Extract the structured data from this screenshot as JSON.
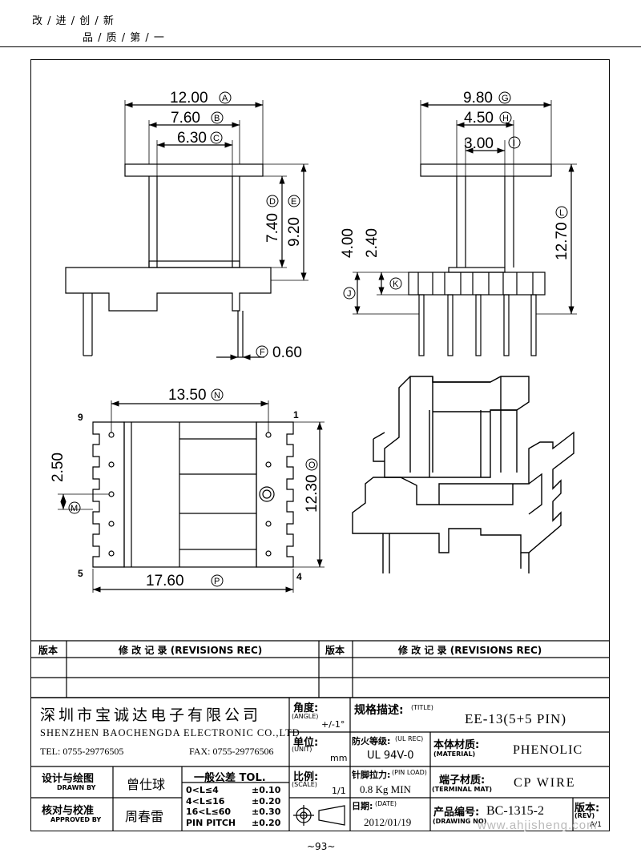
{
  "header": {
    "slogan_line1": "改 / 进 / 创 / 新",
    "slogan_line2": "品 / 质 / 第 / 一"
  },
  "drawing": {
    "dims": {
      "A": "12.00",
      "B": "7.60",
      "C": "6.30",
      "D": "7.40",
      "E": "9.20",
      "F": "0.60",
      "G": "9.80",
      "H": "4.50",
      "I": "3.00",
      "J": "4.00",
      "K": "2.40",
      "L": "12.70",
      "M": "2.50",
      "N": "13.50",
      "O": "12.30",
      "P": "17.60"
    },
    "markers": {
      "A": "A",
      "B": "B",
      "C": "C",
      "D": "D",
      "E": "E",
      "F": "F",
      "G": "G",
      "H": "H",
      "I": "I",
      "J": "J",
      "K": "K",
      "L": "L",
      "M": "M",
      "N": "N",
      "O": "O",
      "P": "P"
    },
    "pin_numbers": {
      "p1": "1",
      "p4": "4",
      "p5": "5",
      "p9": "9"
    }
  },
  "revisions": {
    "col_version": "版本",
    "col_record": "修 改 记 录 (REVISIONS REC)"
  },
  "title_block": {
    "company_cn": "深圳市宝诚达电子有限公司",
    "company_en": "SHENZHEN BAOCHENGDA ELECTRONIC CO.,LTD",
    "tel": "TEL: 0755-29776505",
    "fax": "FAX: 0755-29776506",
    "angle_label_cn": "角度:",
    "angle_label_en": "(ANGLE)",
    "angle_value": "+/-1°",
    "unit_label_cn": "单位:",
    "unit_label_en": "(UNIT)",
    "unit_value": "mm",
    "scale_label_cn": "比例:",
    "scale_label_en": "(SCALE)",
    "scale_value": "1/1",
    "title_label_cn": "规格描述:",
    "title_label_en": "(TITLE)",
    "title_value": "EE-13(5+5 PIN)",
    "ul_label_cn": "防火等级:",
    "ul_label_en": "(UL REC)",
    "ul_value": "UL 94V-0",
    "material_label_cn": "本体材质:",
    "material_label_en": "(MATERIAL)",
    "material_value": "PHENOLIC",
    "pin_load_label_cn": "针脚拉力:",
    "pin_load_label_en": "(PIN LOAD)",
    "pin_load_value": "0.8 Kg MIN",
    "terminal_label_cn": "端子材质:",
    "terminal_label_en": "(TERMINAL MAT)",
    "terminal_value": "CP WIRE",
    "date_label_cn": "日期:",
    "date_label_en": "(DATE)",
    "date_value": "2012/01/19",
    "drawing_no_label_cn": "产品编号:",
    "drawing_no_label_en": "(DRAWING NO)",
    "drawing_no_value": "BC-1315-2",
    "rev_label_cn": "版本:",
    "rev_label_en": "(REV)",
    "rev_value": "A/1",
    "drawn_by_cn": "设计与绘图",
    "drawn_by_en": "DRAWN BY",
    "drawn_by_name": "曾仕球",
    "approved_by_cn": "核对与校准",
    "approved_by_en": "APPROVED BY",
    "approved_by_name": "周春雷",
    "tolerance_title": "一般公差 TOL.",
    "tolerances": [
      {
        "range": "0<L≤4",
        "value": "±0.10"
      },
      {
        "range": "4<L≤16",
        "value": "±0.20"
      },
      {
        "range": "16<L≤60",
        "value": "±0.30"
      },
      {
        "range": "PIN PITCH",
        "value": "±0.20"
      }
    ]
  },
  "watermark": "www.ahjisheng.com",
  "page_number": "~93~"
}
